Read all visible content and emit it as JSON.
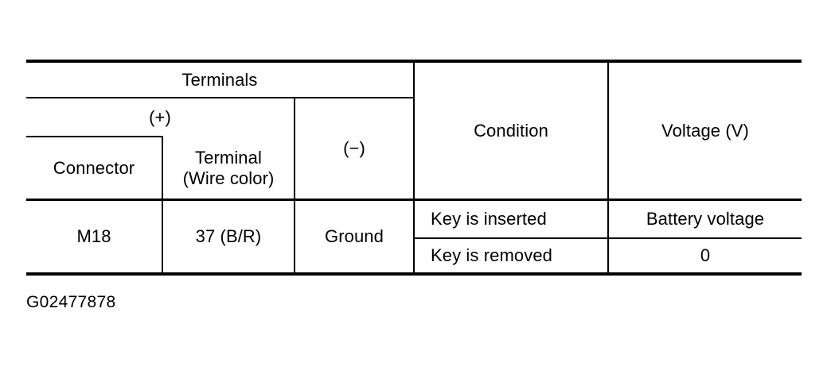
{
  "table": {
    "header": {
      "terminals_group": "Terminals",
      "positive_group": "(+)",
      "connector": "Connector",
      "terminal_wire_color": "Terminal\n(Wire color)",
      "negative": "(−)",
      "condition": "Condition",
      "voltage": "Voltage (V)"
    },
    "rows": [
      {
        "connector": "M18",
        "terminal": "37 (B/R)",
        "negative": "Ground",
        "conditions": [
          {
            "condition": "Key is inserted",
            "voltage": "Battery voltage"
          },
          {
            "condition": "Key is removed",
            "voltage": "0"
          }
        ]
      }
    ]
  },
  "caption": "G02477878",
  "colors": {
    "background": "#ffffff",
    "text": "#000000",
    "rule": "#000000"
  }
}
